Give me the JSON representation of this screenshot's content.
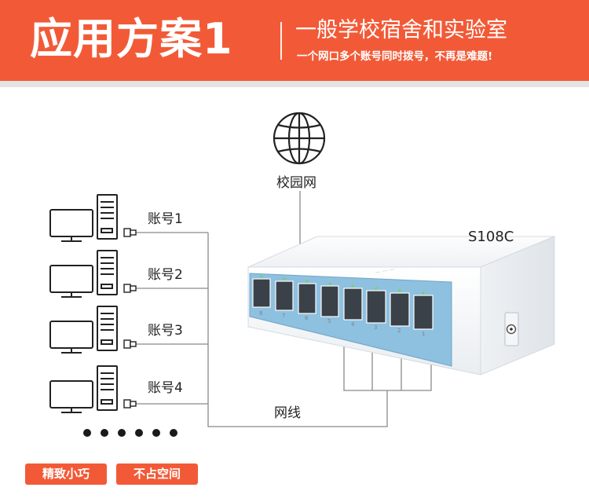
{
  "header": {
    "title": "应用方案1",
    "subtitle": "一般学校宿舍和实验室",
    "tagline": "一个网口多个账号同时拨号，不再是难题!"
  },
  "diagram": {
    "globe_label": "校园网",
    "model_label": "S108C",
    "cable_label": "网线",
    "accounts": [
      {
        "label": "账号1"
      },
      {
        "label": "账号2"
      },
      {
        "label": "账号3"
      },
      {
        "label": "账号4"
      }
    ],
    "port_numbers": [
      "8",
      "7",
      "6",
      "5",
      "4",
      "3",
      "2",
      "1"
    ]
  },
  "badges": [
    {
      "label": "精致小巧"
    },
    {
      "label": "不占空间"
    }
  ],
  "colors": {
    "accent": "#f25a37",
    "port_blue": "#8ec0df",
    "device_white": "#f7f9fb",
    "line": "#8a8a8a"
  }
}
